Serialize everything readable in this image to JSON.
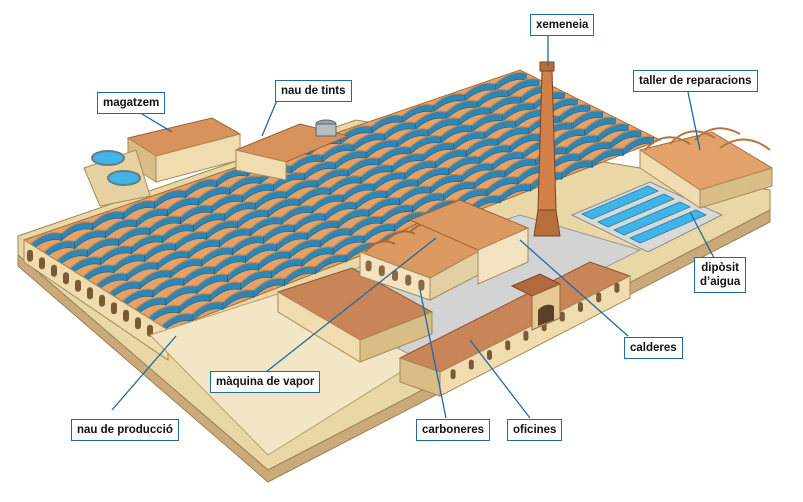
{
  "colors": {
    "roof": "#e2a26a",
    "roof_dark": "#c9854c",
    "skylight": "#2e86b5",
    "wall": "#f0dcae",
    "wall_dark": "#d8bd86",
    "window": "#7a5a34",
    "courtyard": "#f2e6c4",
    "paving": "#cfcfcf",
    "water": "#3fb4e6",
    "chimney": "#c97a44",
    "leader": "#1d6aa8"
  },
  "labels": {
    "xemeneia": "xemeneia",
    "magatzem": "magatzem",
    "nau_de_tints": "nau de tints",
    "taller_de_reparacions": "taller de reparacions",
    "diposit_line1": "dipòsit",
    "diposit_line2": "d’aigua",
    "calderes": "calderes",
    "maquina_de_vapor": "màquina de vapor",
    "nau_de_produccio": "nau de producció",
    "carboneres": "carboneres",
    "oficines": "oficines"
  }
}
